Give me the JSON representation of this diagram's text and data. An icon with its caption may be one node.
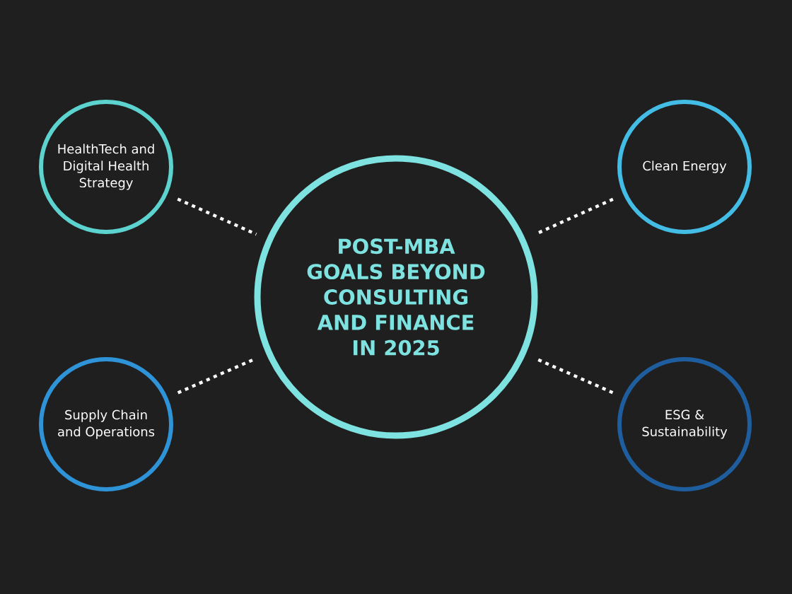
{
  "diagram": {
    "nodes": [
      {
        "text": [
          "POST-MBA GOALS BEYOND CONSULTING AND FINANCE IN 2025"
        ]
      },
      {
        "text": [
          "HealthTech and Digital Health Strategy"
        ]
      },
      {
        "text": [
          "Clean Energy"
        ]
      },
      {
        "text": [
          "Supply Chain and Operations"
        ]
      },
      {
        "text": [
          "ESG & Sustainability"
        ]
      }
    ],
    "edges": [
      {
        "from": 1,
        "to": 0,
        "arrow": "none"
      },
      {
        "from": 2,
        "to": 0,
        "arrow": "none"
      },
      {
        "from": 3,
        "to": 0,
        "arrow": "none"
      },
      {
        "from": 4,
        "to": 0,
        "arrow": "none"
      }
    ]
  }
}
